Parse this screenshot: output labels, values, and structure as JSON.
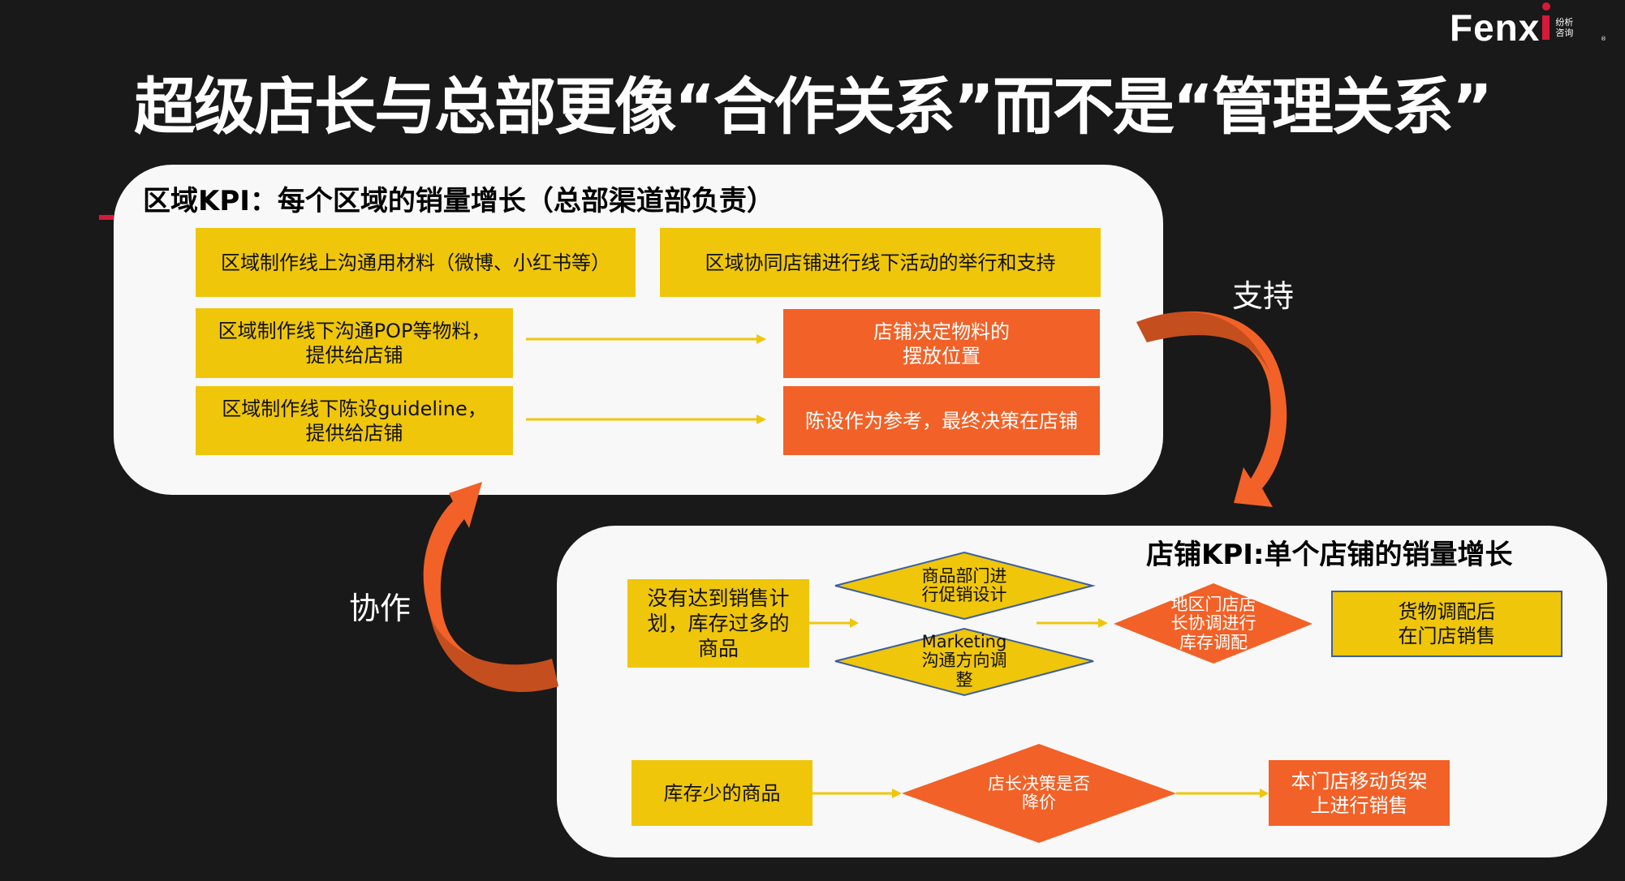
{
  "logo": {
    "word": "Fenx",
    "letter_i": "i",
    "cn_line1": "纷析",
    "cn_line2": "咨询",
    "registered": "®"
  },
  "title": "超级店长与总部更像“合作关系”而不是“管理关系”",
  "colors": {
    "background": "#191919",
    "panel": "#f8f8f8",
    "yellow": "#efc60a",
    "orange": "#f26127",
    "accent_red": "#d7193a",
    "diamond_border": "#3e5f9e"
  },
  "region_panel": {
    "title": "区域KPI：每个区域的销量增长（总部渠道部负责）",
    "boxes": [
      {
        "text": "区域制作线上沟通用材料（微博、小红书等）"
      },
      {
        "text": "区域协同店铺进行线下活动的举行和支持"
      },
      {
        "text": "区域制作线下沟通POP等物料，\n提供给店铺"
      },
      {
        "text": "区域制作线下陈设guideline，\n提供给店铺"
      }
    ],
    "outcomes": [
      {
        "text": "店铺决定物料的\n摆放位置"
      },
      {
        "text": "陈设作为参考，最终决策在店铺"
      }
    ]
  },
  "connectors": {
    "support_label": "支持",
    "collaborate_label": "协作"
  },
  "store_panel": {
    "title": "店铺KPI:单个店铺的销量增长",
    "row1": {
      "start": "没有达到销售计\n划，库存过多的\n商品",
      "option_a": "商品部门进\n行促销设计",
      "option_b": "Marketing\n沟通方向调\n整",
      "decision": "地区门店店\n长协调进行\n库存调配",
      "result": "货物调配后\n在门店销售"
    },
    "row2": {
      "start": "库存少的商品",
      "decision": "店长决策是否\n降价",
      "result": "本门店移动货架\n上进行销售"
    }
  }
}
